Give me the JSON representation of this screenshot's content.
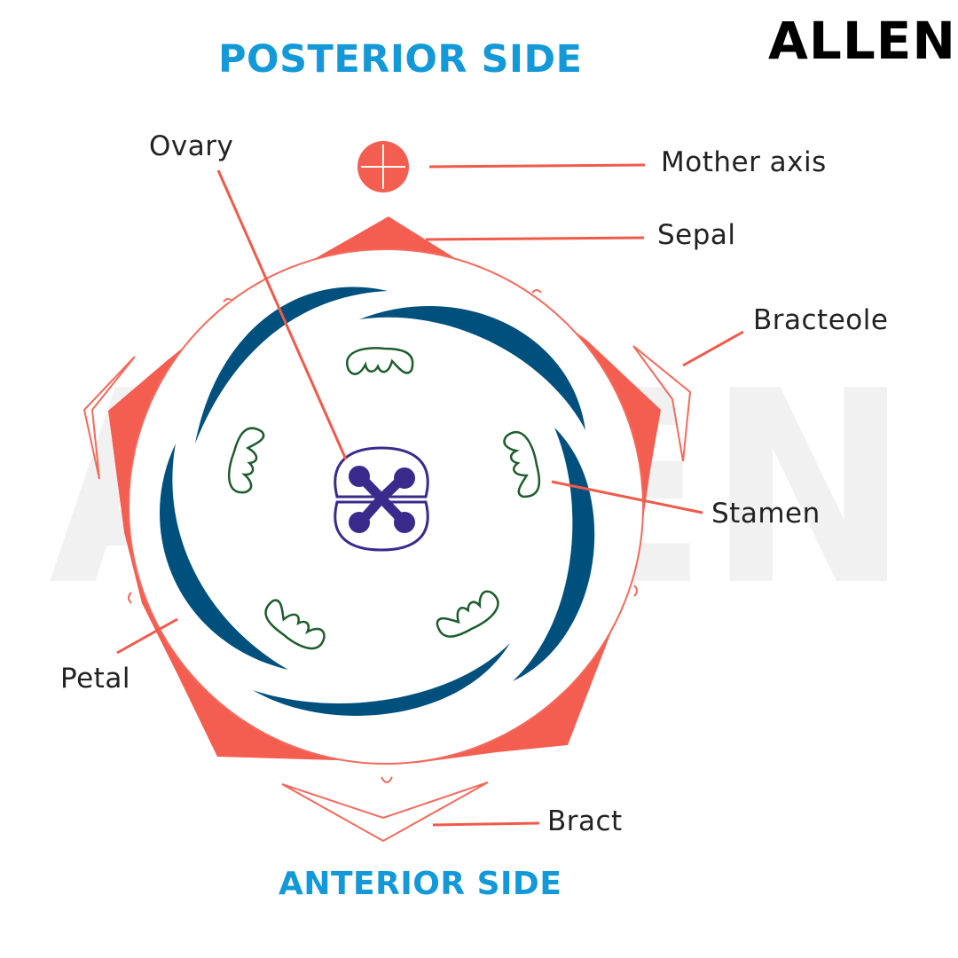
{
  "brand": {
    "logo_text": "ALLEN",
    "watermark_text": "ALLEN"
  },
  "headings": {
    "top": "POSTERIOR SIDE",
    "bottom": "ANTERIOR SIDE"
  },
  "labels": {
    "ovary": "Ovary",
    "mother_axis": "Mother axis",
    "sepal": "Sepal",
    "bracteole": "Bracteole",
    "stamen": "Stamen",
    "petal": "Petal",
    "bract": "Bract"
  },
  "colors": {
    "heading": "#1398d8",
    "sepal_fill": "#f45e50",
    "outline": "#f26a5c",
    "petal": "#00507e",
    "stamen": "#1e5c2e",
    "ovary": "#3a2a8c",
    "label_text": "#222222",
    "leader": "#f05a4a",
    "watermark": "#f1f1f1"
  }
}
